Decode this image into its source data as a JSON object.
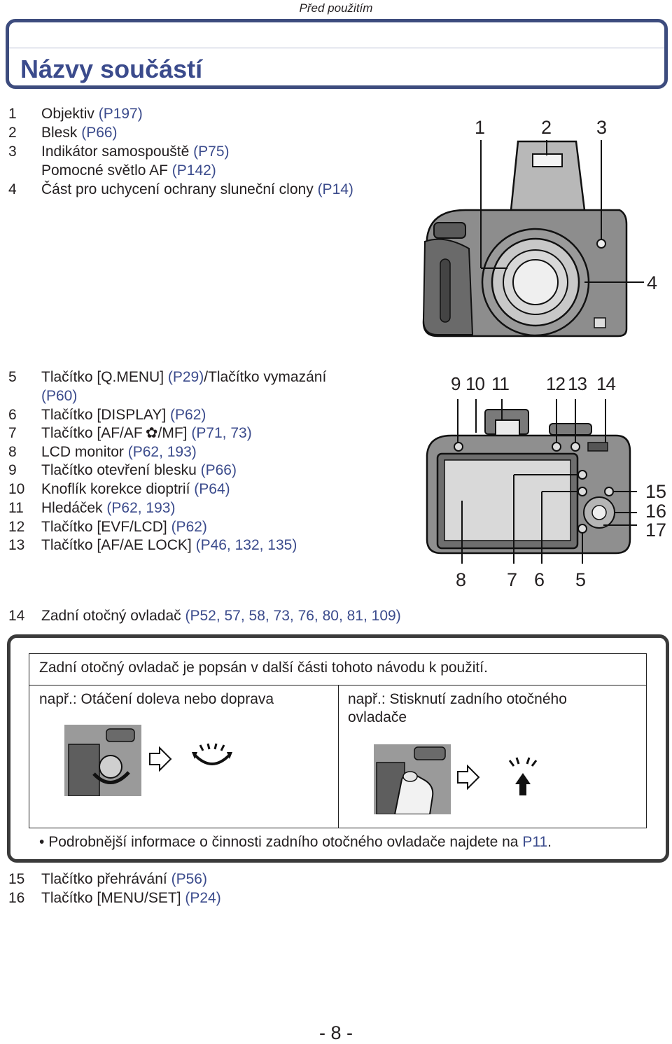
{
  "header": "Před použitím",
  "title": "Názvy součástí",
  "items_top": [
    {
      "num": "1",
      "text": "Objektiv",
      "ref": "(P197)"
    },
    {
      "num": "2",
      "text": "Blesk",
      "ref": "(P66)"
    },
    {
      "num": "3",
      "text": "Indikátor samospouště",
      "ref": "(P75)"
    },
    {
      "num": "",
      "text": "Pomocné světlo AF",
      "ref": "(P142)"
    },
    {
      "num": "4",
      "text": "Část pro uchycení ochrany sluneční clony",
      "ref": "(P14)"
    }
  ],
  "items_mid": [
    {
      "num": "5",
      "text": "Tlačítko [Q.MENU]",
      "ref": "(P29)",
      "text2": "/Tlačítko vymazání"
    },
    {
      "num": "",
      "text": "",
      "ref": "(P60)"
    },
    {
      "num": "6",
      "text": "Tlačítko [DISPLAY]",
      "ref": "(P62)"
    },
    {
      "num": "7",
      "text": "Tlačítko [AF/AF ✿/MF]",
      "ref": "(P71, 73)"
    },
    {
      "num": "8",
      "text": "LCD monitor",
      "ref": "(P62, 193)"
    },
    {
      "num": "9",
      "text": "Tlačítko otevření blesku",
      "ref": "(P66)"
    },
    {
      "num": "10",
      "text": "Knoflík korekce dioptrií",
      "ref": "(P64)"
    },
    {
      "num": "11",
      "text": "Hledáček",
      "ref": "(P62, 193)"
    },
    {
      "num": "12",
      "text": "Tlačítko [EVF/LCD]",
      "ref": "(P62)"
    },
    {
      "num": "13",
      "text": "Tlačítko [AF/AE LOCK]",
      "ref": "(P46, 132, 135)"
    }
  ],
  "item14": {
    "num": "14",
    "text": "Zadní otočný ovladač",
    "ref": "(P52, 57, 58, 73, 76, 80, 81, 109)"
  },
  "items_bottom": [
    {
      "num": "15",
      "text": "Tlačítko přehrávání",
      "ref": "(P56)"
    },
    {
      "num": "16",
      "text": "Tlačítko [MENU/SET]",
      "ref": "(P24)"
    }
  ],
  "front_callouts": [
    "1",
    "2",
    "3",
    "4"
  ],
  "back_callouts_top": [
    "9",
    "10",
    "11",
    "12",
    "13",
    "14"
  ],
  "back_callouts_right": [
    "15",
    "16",
    "17"
  ],
  "back_callouts_bottom": [
    "8",
    "7",
    "6",
    "5"
  ],
  "note": {
    "heading": "Zadní otočný ovladač je popsán v další části tohoto návodu k použití.",
    "left_caption": "např.: Otáčení doleva nebo doprava",
    "right_caption_1": "např.: Stisknutí zadního otočného",
    "right_caption_2": "ovladače",
    "bullet": "Podrobnější informace o činnosti zadního otočného ovladače najdete na",
    "bullet_ref": "P11",
    "bullet_end": "."
  },
  "page_number": "- 8 -"
}
